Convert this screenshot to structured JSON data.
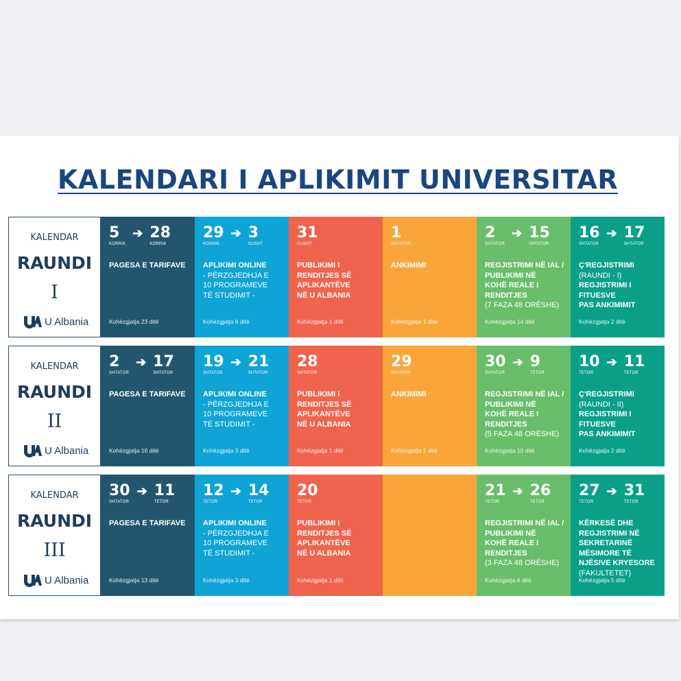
{
  "title": "KALENDARI I APLIKIMIT UNIVERSITAR",
  "brand": "U Albania",
  "kalendar_label": "KALENDAR",
  "raundi_label": "RAUNDI",
  "colors": {
    "title": "#1a4680",
    "c1": "#23566e",
    "c2": "#0ea4d5",
    "c3": "#f0634d",
    "c4": "#f8a63b",
    "c5": "#68be6b",
    "c6": "#0aa088"
  },
  "rounds": [
    {
      "roman": "I",
      "cells": [
        {
          "from": "5",
          "from_m": "KORRIK",
          "to": "28",
          "to_m": "KORRIK",
          "lines": [
            {
              "t": "PAGESA E TARIFAVE",
              "b": true
            }
          ],
          "duration": "Kohëzgjatja 23 ditë"
        },
        {
          "from": "29",
          "from_m": "KORRIK",
          "to": "3",
          "to_m": "GUSHT",
          "lines": [
            {
              "t": "APLIKIMI ONLINE",
              "b": true
            },
            {
              "t": "- PËRZGJEDHJA E",
              "b": false
            },
            {
              "t": "10 PROGRAMEVE",
              "b": false
            },
            {
              "t": "TË STUDIMIT -",
              "b": false
            }
          ],
          "duration": "Kohëzgjatja 6 ditë"
        },
        {
          "from": "31",
          "from_m": "GUSHT",
          "lines": [
            {
              "t": "PUBLIKIMI I",
              "b": true
            },
            {
              "t": "RENDITJES SË",
              "b": true
            },
            {
              "t": "APLIKANTËVE",
              "b": true
            },
            {
              "t": "NË U ALBANIA",
              "b": true
            }
          ],
          "duration": "Kohëzgjatja 1 ditë"
        },
        {
          "from": "1",
          "from_m": "SHTATOR",
          "lines": [
            {
              "t": "ANKIMIMI",
              "b": true
            }
          ],
          "duration": "Kohëzgjatja 1 ditë"
        },
        {
          "from": "2",
          "from_m": "SHTATOR",
          "to": "15",
          "to_m": "SHTATOR",
          "lines": [
            {
              "t": "REGJISTRIMI NË IAL /",
              "b": true
            },
            {
              "t": "PUBLIKIMI NË",
              "b": true
            },
            {
              "t": "KOHË REALE I",
              "b": true
            },
            {
              "t": "RENDITJES",
              "b": true
            },
            {
              "t": "(7 FAZA 48 ORËSHE)",
              "b": false
            }
          ],
          "duration": "Kohëzgjatja 14 ditë"
        },
        {
          "from": "16",
          "from_m": "SHTATOR",
          "to": "17",
          "to_m": "SHTATOR",
          "lines": [
            {
              "t": "Ç'REGJISTRIMI",
              "b": true
            },
            {
              "t": "(RAUNDI - I)",
              "b": false
            },
            {
              "t": "REGJISTRIMI I",
              "b": true
            },
            {
              "t": "FITUESVE",
              "b": true
            },
            {
              "t": "PAS ANKIMIMIT",
              "b": true
            }
          ],
          "duration": "Kohëzgjatja 2 ditë"
        }
      ]
    },
    {
      "roman": "II",
      "cells": [
        {
          "from": "2",
          "from_m": "SHTATOR",
          "to": "17",
          "to_m": "SHTATOR",
          "lines": [
            {
              "t": "PAGESA E TARIFAVE",
              "b": true
            }
          ],
          "duration": "Kohëzgjatja 16 ditë"
        },
        {
          "from": "19",
          "from_m": "SHTATOR",
          "to": "21",
          "to_m": "SHTATOR",
          "lines": [
            {
              "t": "APLIKIMI ONLINE",
              "b": true
            },
            {
              "t": "- PËRZGJEDHJA E",
              "b": false
            },
            {
              "t": "10 PROGRAMEVE",
              "b": false
            },
            {
              "t": "TË STUDIMIT -",
              "b": false
            }
          ],
          "duration": "Kohëzgjatja 3 ditë"
        },
        {
          "from": "28",
          "from_m": "SHTATOR",
          "lines": [
            {
              "t": "PUBLIKIMI I",
              "b": true
            },
            {
              "t": "RENDITJES SË",
              "b": true
            },
            {
              "t": "APLIKANTËVE",
              "b": true
            },
            {
              "t": "NË U ALBANIA",
              "b": true
            }
          ],
          "duration": "Kohëzgjatja 1 ditë"
        },
        {
          "from": "29",
          "from_m": "SHTATOR",
          "lines": [
            {
              "t": "ANKIMIMI",
              "b": true
            }
          ],
          "duration": "Kohëzgjatja 1 ditë"
        },
        {
          "from": "30",
          "from_m": "SHTATOR",
          "to": "9",
          "to_m": "TETOR",
          "lines": [
            {
              "t": "REGJISTRIMI NË IAL /",
              "b": true
            },
            {
              "t": "PUBLIKIMI NË",
              "b": true
            },
            {
              "t": "KOHË REALE I",
              "b": true
            },
            {
              "t": "RENDITJES",
              "b": true
            },
            {
              "t": "(5 FAZA 48 ORËSHE)",
              "b": false
            }
          ],
          "duration": "Kohëzgjatja 10 ditë"
        },
        {
          "from": "10",
          "from_m": "TETOR",
          "to": "11",
          "to_m": "TETOR",
          "lines": [
            {
              "t": "Ç'REGJISTRIMI",
              "b": true
            },
            {
              "t": "(RAUNDI - II)",
              "b": false
            },
            {
              "t": "REGJISTRIMI I",
              "b": true
            },
            {
              "t": "FITUESVE",
              "b": true
            },
            {
              "t": "PAS ANKIMIMIT",
              "b": true
            }
          ],
          "duration": "Kohëzgjatja 2 ditë"
        }
      ]
    },
    {
      "roman": "III",
      "cells": [
        {
          "from": "30",
          "from_m": "SHTATOR",
          "to": "11",
          "to_m": "TETOR",
          "lines": [
            {
              "t": "PAGESA E TARIFAVE",
              "b": true
            }
          ],
          "duration": "Kohëzgjatja 13 ditë"
        },
        {
          "from": "12",
          "from_m": "TETOR",
          "to": "14",
          "to_m": "TETOR",
          "lines": [
            {
              "t": "APLIKIMI ONLINE",
              "b": true
            },
            {
              "t": "- PËRZGJEDHJA E",
              "b": false
            },
            {
              "t": "10 PROGRAMEVE",
              "b": false
            },
            {
              "t": "TË STUDIMIT -",
              "b": false
            }
          ],
          "duration": "Kohëzgjatja 3 ditë"
        },
        {
          "from": "20",
          "from_m": "TETOR",
          "lines": [
            {
              "t": "PUBLIKIMI I",
              "b": true
            },
            {
              "t": "RENDITJES SË",
              "b": true
            },
            {
              "t": "APLIKANTËVE",
              "b": true
            },
            {
              "t": "NË U ALBANIA",
              "b": true
            }
          ],
          "duration": "Kohëzgjatja 1 ditë"
        },
        {
          "lines": [],
          "duration": ""
        },
        {
          "from": "21",
          "from_m": "TETOR",
          "to": "26",
          "to_m": "TETOR",
          "lines": [
            {
              "t": "REGJISTRIMI NË IAL /",
              "b": true
            },
            {
              "t": "PUBLIKIMI NË",
              "b": true
            },
            {
              "t": "KOHË REALE I",
              "b": true
            },
            {
              "t": "RENDITJES",
              "b": true
            },
            {
              "t": "(3 FAZA 48 ORËSHE)",
              "b": false
            }
          ],
          "duration": "Kohëzgjatja 6 ditë"
        },
        {
          "from": "27",
          "from_m": "TETOR",
          "to": "31",
          "to_m": "TETOR",
          "lines": [
            {
              "t": "KËRKESË DHE",
              "b": true
            },
            {
              "t": "REGJISTRIMI NË",
              "b": true
            },
            {
              "t": "SEKRETARINË",
              "b": true
            },
            {
              "t": "MËSIMORE TË",
              "b": true
            },
            {
              "t": "NJËSIVE KRYESORE",
              "b": true
            },
            {
              "t": "(FAKULTETET)",
              "b": false
            }
          ],
          "duration": "Kohëzgjatja 5 ditë"
        }
      ]
    }
  ]
}
